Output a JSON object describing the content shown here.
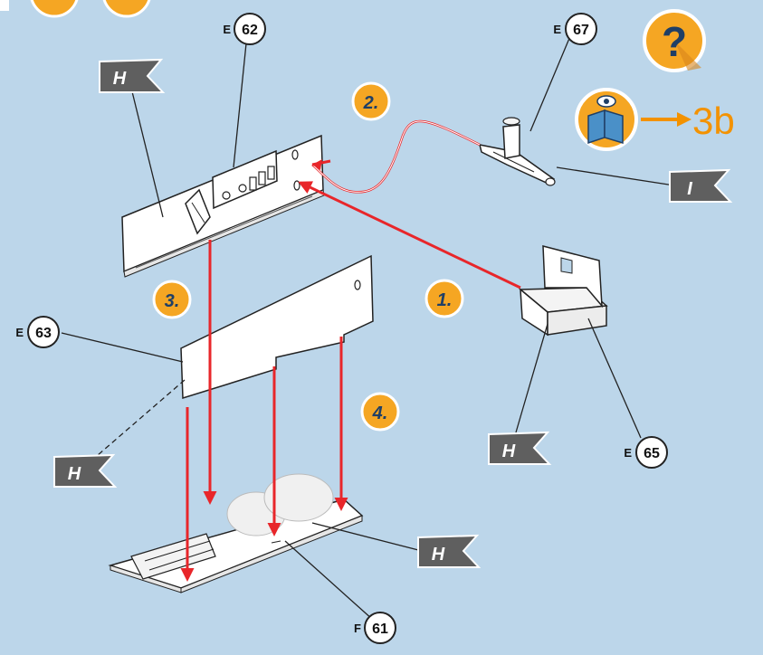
{
  "colors": {
    "background": "#bcd6ea",
    "step_badge": "#f5a623",
    "arrow": "#e8262a",
    "flag": "#5f5f5f",
    "accent_text": "#f39200"
  },
  "part_labels": [
    {
      "letter": "E",
      "number": "62"
    },
    {
      "letter": "E",
      "number": "67"
    },
    {
      "letter": "E",
      "number": "63"
    },
    {
      "letter": "E",
      "number": "65"
    },
    {
      "letter": "F",
      "number": "61"
    }
  ],
  "steps": [
    "1.",
    "2.",
    "3.",
    "4."
  ],
  "flags": [
    "H",
    "H",
    "H",
    "H",
    "I"
  ],
  "help_badge": {
    "icon": "question-icon",
    "symbol": "?"
  },
  "book_reference": {
    "icon": "book-eye-icon",
    "text": "3b"
  }
}
